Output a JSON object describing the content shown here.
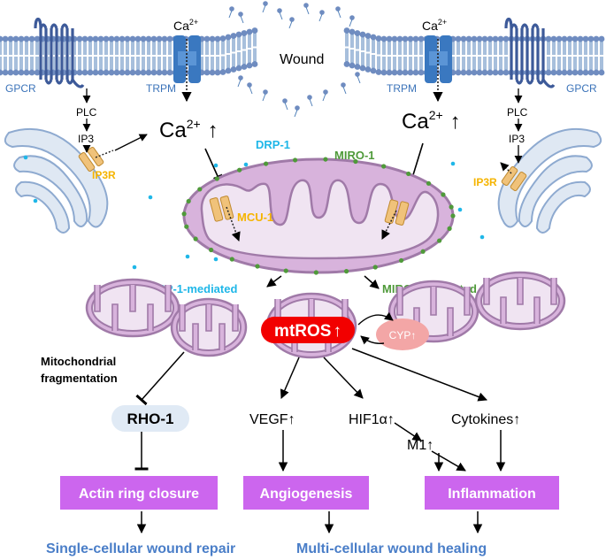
{
  "labels": {
    "ca_left": "Ca",
    "ca_right": "Ca",
    "ca_sup": "2+",
    "wound": "Wound",
    "gpcr_left": "GPCR",
    "gpcr_right": "GPCR",
    "trpm_left": "TRPM",
    "trpm_right": "TRPM",
    "plc_left": "PLC",
    "plc_right": "PLC",
    "ip3_left": "IP3",
    "ip3_right": "IP3",
    "ip3r_left": "IP3R",
    "ip3r_right": "IP3R",
    "ca_big": "Ca",
    "ca_big_sup": "2+",
    "up": "↑",
    "drp1": "DRP-1",
    "miro1": "MIRO-1",
    "mcu1": "MCU-1",
    "drp1_mediated": "DRP-1-mediated",
    "miro1_mediated": "MIRO-1-mediated",
    "mtros": "mtROS",
    "cyp": "CYP",
    "mito_frag_1": "Mitochondrial",
    "mito_frag_2": "fragmentation",
    "rho1": "RHO-1",
    "vegf": "VEGF",
    "hif1a": "HIF1α",
    "cytokines": "Cytokines",
    "m1": "M1",
    "actin": "Actin ring closure",
    "angiogenesis": "Angiogenesis",
    "inflammation": "Inflammation",
    "single": "Single-cellular wound repair",
    "multi": "Multi-cellular wound healing"
  },
  "colors": {
    "membrane_head": "#6f8cc0",
    "membrane_blue": "#4f7fb8",
    "channel": "#3a78c0",
    "label_blue": "#3b73b9",
    "er_fill": "#dfe8f3",
    "er_stroke": "#8eaad0",
    "ip3r_label": "#f5b400",
    "ip3r_fill": "#f0c27a",
    "drp_blue": "#1fb7e8",
    "miro_green": "#4f9a3a",
    "mito_fill": "#d8b3dc",
    "mito_stroke": "#a07aa8",
    "mtros_red": "#f20000",
    "cyp_pink": "#f3a6a6",
    "rho_fill": "#e0eaf5",
    "box_purple": "#cc66ee",
    "outcome_blue": "#4a7ec8"
  }
}
